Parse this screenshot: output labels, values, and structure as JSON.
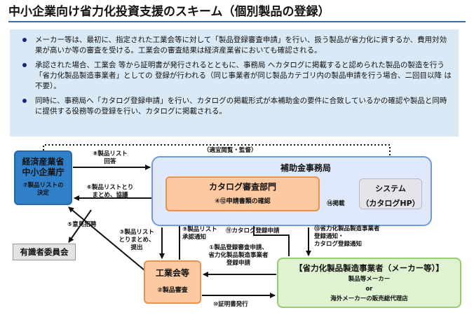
{
  "title": "中小企業向け省力化投資支援のスキーム（個別製品の登録）",
  "notes": [
    "メーカー等は、最初に、指定された工業会等に対して「製品登録審査申請」を行い、扱う製品が省力化に資するか、費用対効果が高いか等の審査を受ける。工業会の審査結果は経済産業省においても確認される。",
    "承認された場合、工業会 等から証明書が発行されるとともに、事務局 へカタログに掲載すると認められた製品の製造を行う「省力化製品製造事業者」としての 登録が行われる（同じ事業者が同じ製品カテゴリ内の製品申請を行う場合、二回目以降 は不要）。",
    "同時に、事務局へ「カタログ登録申請」を行い、カタログの掲載形式が本補助金の要件に合致しているかの確認や製品と同時に提供する役務等の登録を行い、カタログに掲載される。"
  ],
  "boxes": {
    "meti": {
      "line1": "経済産業省",
      "line2": "中小企業庁",
      "sub1": "⑦製品リストの",
      "sub2": "決定"
    },
    "jimu": {
      "title": "補助金事務局"
    },
    "katalog": {
      "title": "カタログ審査部門",
      "sub": "④⑫申請書類の確認"
    },
    "system": {
      "line1": "システム",
      "line2": "（カタログHP）"
    },
    "iin": {
      "title": "有識者委員会"
    },
    "kumiai": {
      "title": "工業会等",
      "sub": "②製品審査"
    },
    "maker": {
      "title": "【省力化製品製造事業者（メーカー等）】",
      "sub1": "製品等メーカー",
      "sub2": "or",
      "sub3": "海外メーカーの販売総代理店"
    }
  },
  "labels": {
    "top": "（適宜閲覧・監督）",
    "l8a": "⑧製品リスト",
    "l8b": "回答",
    "l6a": "⑥製品リストとり",
    "l6b": "まとめ、協議",
    "l5": "⑤意見招聘",
    "l3a": "③製品リスト",
    "l3b": "とりまとめ、",
    "l3c": "提出",
    "l9a": "⑨製品リスト",
    "l9b": "承認通知",
    "l11": "⑪カタログ登録申請",
    "l13a": "⑬省力化製品製造事業者",
    "l13b": "登録通知・",
    "l13c": "カタログ登録通知",
    "l14": "⑭掲載",
    "l1a": "①製品登録審査申請、",
    "l1b": "省力化製品製造事業者",
    "l1c": "登録申請",
    "l10": "⑩証明書発行"
  },
  "colors": {
    "meti": "#2f80c9",
    "jimu": "#dfe9fb",
    "katalog": "#fdc9a0",
    "maker": "#dff3d0",
    "notes_bg": "#d9e9f5"
  }
}
